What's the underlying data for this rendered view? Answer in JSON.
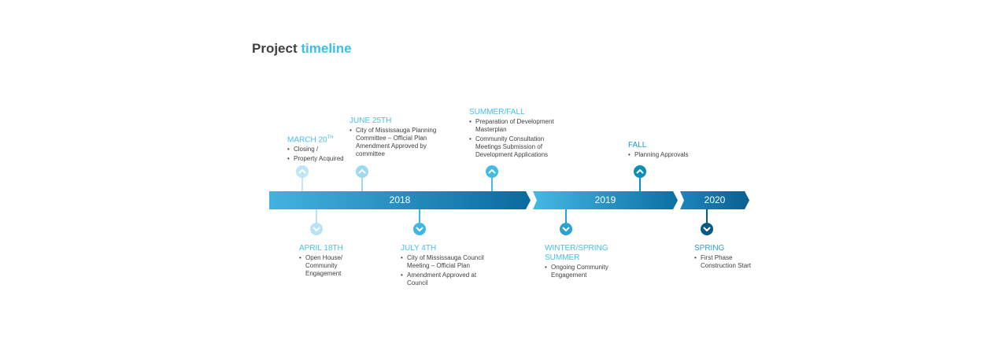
{
  "title": {
    "main": "Project",
    "accent": "timeline"
  },
  "colors": {
    "accent": "#3bbfe6",
    "dark": "#0a5a86",
    "text": "#404040"
  },
  "years": [
    {
      "label": "2018",
      "from": "#44b2df",
      "to": "#0b6a9e"
    },
    {
      "label": "2019",
      "from": "#45b8e4",
      "to": "#0c6fa3"
    },
    {
      "label": "2020",
      "from": "#1b86bd",
      "to": "#0b5f90"
    }
  ],
  "events": [
    {
      "date": "MARCH 20",
      "sup": "TH",
      "items": [
        "Closing /",
        "Property Acquired"
      ],
      "color": "#bfe6f7",
      "direction": "up"
    },
    {
      "date": "APRIL 18TH",
      "items": [
        "Open House/ Community Engagement"
      ],
      "color": "#b8e2f5",
      "direction": "down"
    },
    {
      "date": "JUNE 25TH",
      "items": [
        "City of Mississauga Planning Committee –  Official Plan Amendment Approved by committee"
      ],
      "color": "#9ed8f1",
      "direction": "up"
    },
    {
      "date": "JULY 4TH",
      "items": [
        "City of Mississauga Council Meeting – Official Plan",
        "Amendment Approved at Council"
      ],
      "color": "#3fb7e3",
      "direction": "down"
    },
    {
      "date": "SUMMER/FALL",
      "items": [
        "Preparation of Development Masterplan",
        "Community Consultation Meetings Submission of Development Applications"
      ],
      "color": "#42bbe6",
      "direction": "up"
    },
    {
      "date": "WINTER/SPRING SUMMER",
      "items": [
        "Ongoing Community Engagement"
      ],
      "color": "#2aa3d2",
      "direction": "down"
    },
    {
      "date": "FALL",
      "items": [
        "Planning Approvals"
      ],
      "color": "#0b8fb8",
      "direction": "up"
    },
    {
      "date": "SPRING",
      "items": [
        "First Phase Construction Start"
      ],
      "color": "#0a5a86",
      "direction": "down"
    }
  ]
}
